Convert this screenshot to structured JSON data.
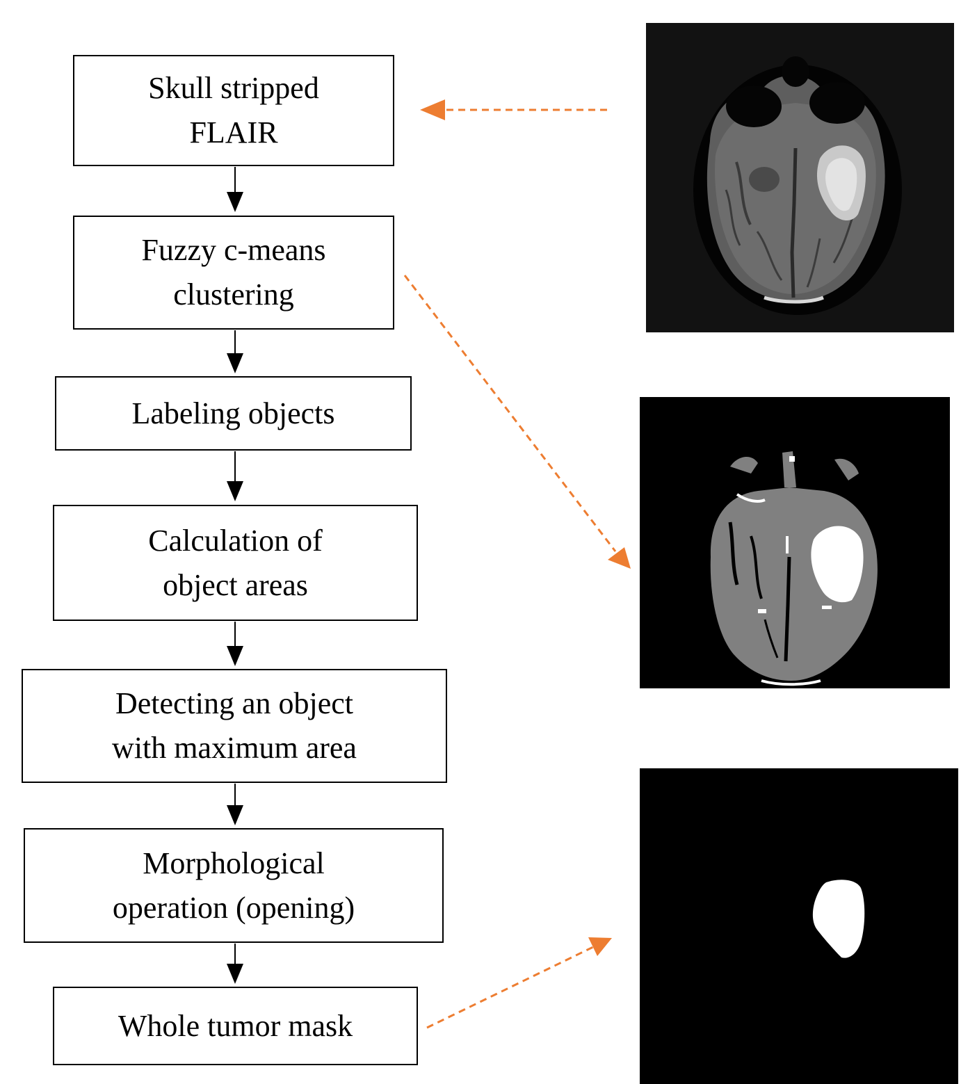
{
  "flowchart": {
    "steps": [
      {
        "line1": "Skull stripped",
        "line2": "FLAIR"
      },
      {
        "line1": "Fuzzy c-means",
        "line2": "clustering"
      },
      {
        "line1": "Labeling objects"
      },
      {
        "line1": "Calculation of",
        "line2": "object areas"
      },
      {
        "line1": "Detecting an object",
        "line2": "with maximum area"
      },
      {
        "line1": "Morphological",
        "line2": "operation (opening)"
      },
      {
        "line1": "Whole tumor mask"
      }
    ]
  },
  "colors": {
    "box_border": "#000000",
    "flow_arrow": "#000000",
    "link_arrow": "#ED7D31",
    "image_background": "#000000"
  }
}
